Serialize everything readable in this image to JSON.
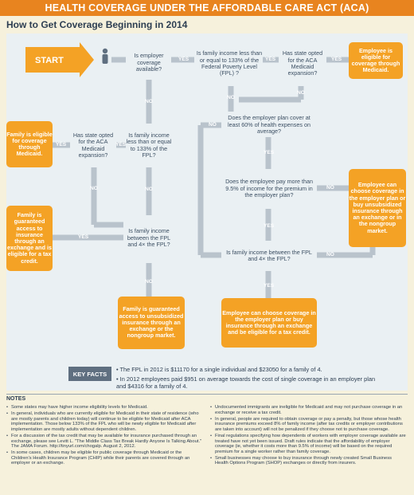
{
  "header": {
    "banner": "HEALTH COVERAGE UNDER THE AFFORDABLE CARE ACT (ACA)",
    "subtitle": "How to Get Coverage Beginning in 2014"
  },
  "colors": {
    "orange": "#f4a225",
    "gray": "#b9c3cc",
    "navy": "#2d3e52",
    "panel": "#eaf0f3"
  },
  "icons": {
    "person": "person-icon"
  },
  "start": "START",
  "labels": {
    "yes": "YES",
    "no": "NO"
  },
  "questions": {
    "q1": "Is employer coverage available?",
    "q2": "Is family income less than or equal to 133% of the Federal Poverty Level (FPL) ?",
    "q3": "Has state opted for the ACA Medicaid expansion?",
    "q4": "Does the employer plan cover at least 60% of health expenses on average?",
    "q5": "Does the employee pay more than 9.5% of income for the premium in the employer plan?",
    "q6": "Is family income between the FPL and 4× the FPL?",
    "q7": "Is family income less than or equal to 133% of the FPL?",
    "q8": "Has state opted for the ACA Medicaid expansion?",
    "q9": "Is family income between the FPL and 4× the FPL?"
  },
  "outcomes": {
    "o1": "Employee is eligible for coverage through Medicaid.",
    "o2": "Employee can choose coverage in the employer plan or buy unsubsidized insurance through an exchange or in the nongroup market.",
    "o3": "Employee can choose coverage in the employer plan or buy insurance through an exchange and be eligible for a tax credit.",
    "o4": "Family is eligible for coverage through Medicaid.",
    "o5": "Family is guaranteed access to insurance through an exchange and is eligible for a tax credit.",
    "o6": "Family is guaranteed access to unsubsidized insurance through an exchange or the nongroup market."
  },
  "key_facts": {
    "label": "KEY FACTS",
    "items": [
      "• The FPL in 2012 is $11170 for a single individual and $23050 for a family of 4.",
      "• In 2012 employees paid $951 on average towards the cost of single coverage in an employer plan and $4316 for a family of 4."
    ]
  },
  "notes": {
    "title": "NOTES",
    "left": [
      "Some states may have higher income eligibility levels for Medicaid.",
      "In general, individuals who are currently eligible for Medicaid in their state of residence (who are mostly parents and children today) will continue to be eligible for Medicaid after ACA implementation. Those below 133% of the FPL who will be newly eligible for Medicaid after implementation are mostly adults without dependent children.",
      "For a discussion of the tax credit that may be available for insurance purchased through an exchange, please see Levitt L. \"The Middle Class Tax Break Hardly Anyone Is Talking About.\" The JAMA Forum. http://tinyurl.com/chogalp. August 2, 2012.",
      "In some cases, children may be eligible for public coverage through Medicaid or the Children's Health Insurance Program (CHIP) while their parents are covered through an employer or an exchange."
    ],
    "right": [
      "Undocumented immigrants are ineligible for Medicaid and may not purchase coverage in an exchange or receive a tax credit.",
      "In general, people are required to obtain coverage or pay a penalty, but those whose health insurance premiums exceed 8% of family income (after tax credits or employer contributions are taken into account) will not be penalized if they choose not to purchase coverage.",
      "Final regulations specifying how dependents of workers with employer coverage available are treated have not yet been issued. Draft rules indicate that the affordability of employer coverage (ie, whether it costs more than 9.5% of income) will be based on the required premium for a single worker rather than family coverage.",
      "Small businesses may choose to buy insurance through newly created Small Business Health Options Program (SHOP) exchanges or directly from insurers."
    ]
  }
}
